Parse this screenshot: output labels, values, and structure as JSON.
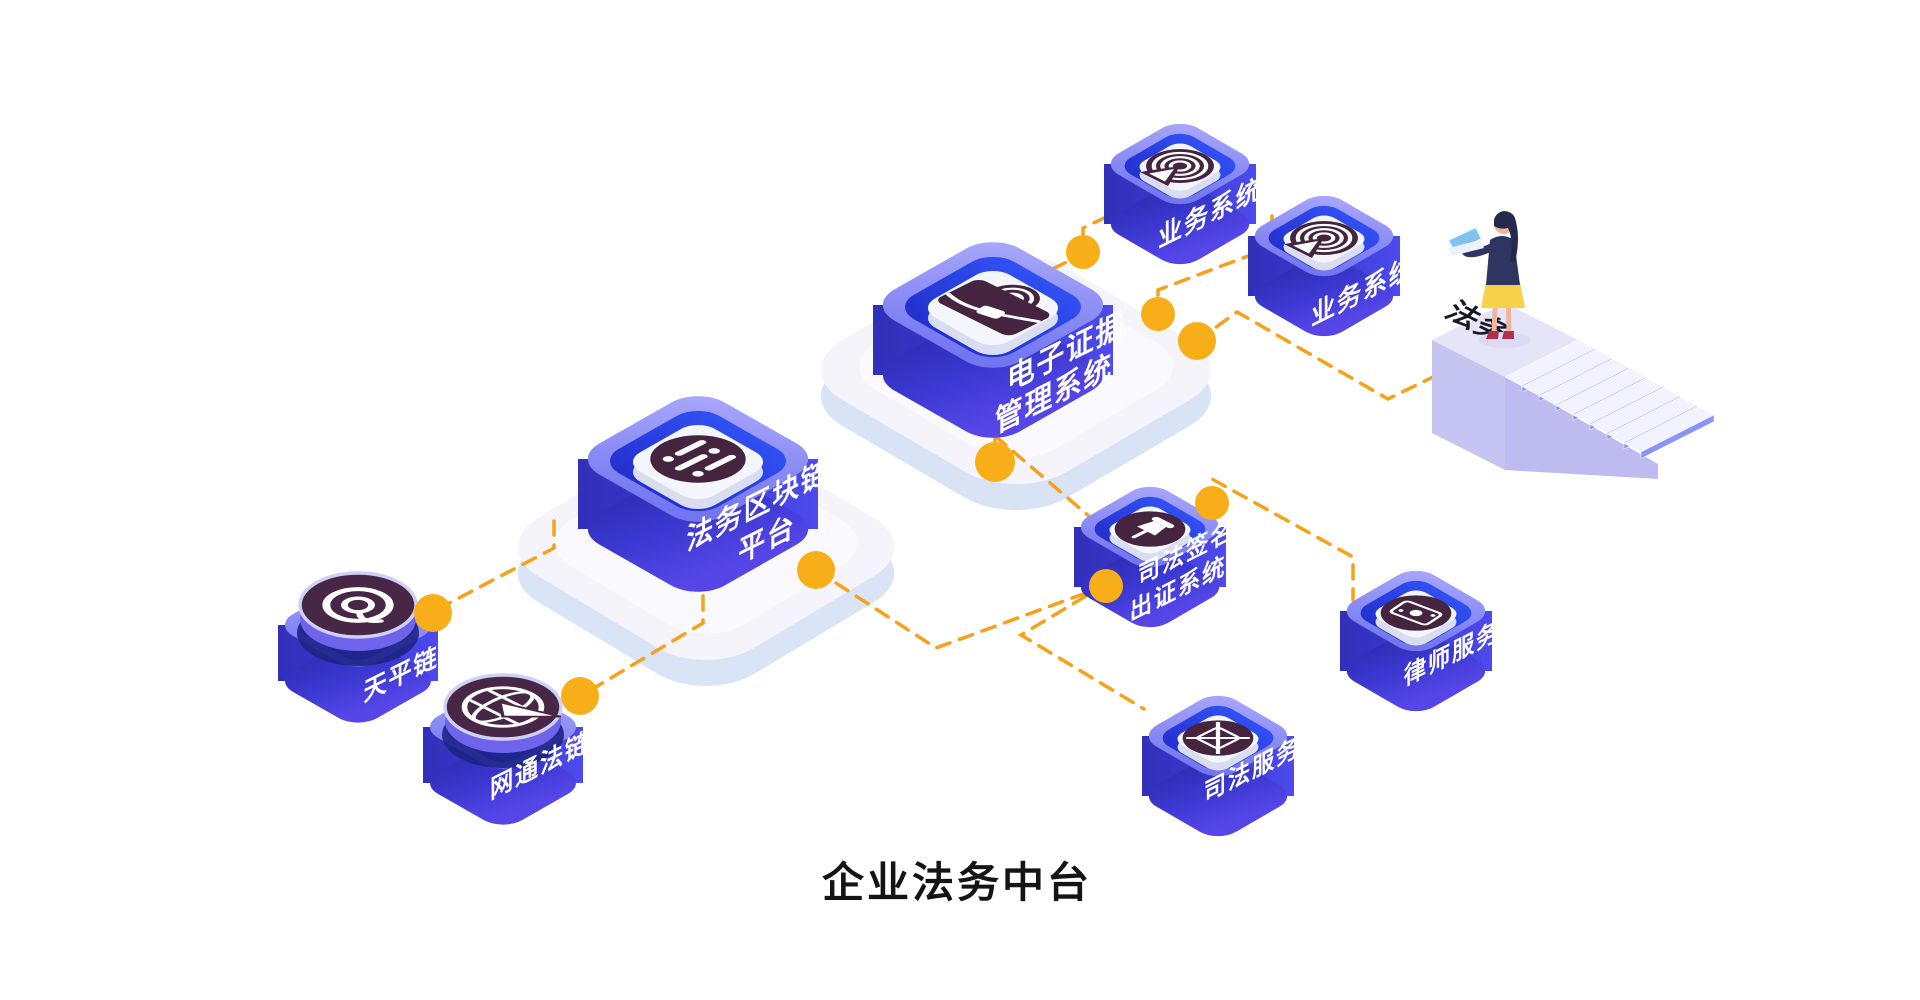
{
  "title": "企业法务中台",
  "nodes": {
    "biz1": {
      "label": "业务系统",
      "icon": "cast-icon"
    },
    "biz2": {
      "label": "业务系统",
      "icon": "cast-icon"
    },
    "evidence": {
      "label_line1": "电子证据",
      "label_line2": "管理系统",
      "icon": "briefcase-icon"
    },
    "chain": {
      "label_line1": "法务区块链",
      "label_line2": "平台",
      "icon": "sliders-icon"
    },
    "tianping": {
      "label": "天平链",
      "icon": "at-icon"
    },
    "wangtong": {
      "label": "网通法链",
      "icon": "globe-icon"
    },
    "pin": {
      "label_line1": "司法签名",
      "label_line2": "出证系统",
      "icon": "pushpin-icon"
    },
    "lawyer": {
      "label": "律师服务",
      "icon": "banknote-icon"
    },
    "judicial": {
      "label": "司法服务",
      "icon": "crossed-box-icon"
    }
  },
  "legal_desk": {
    "label": "法务"
  },
  "colors": {
    "background": "#ffffff",
    "cube_rim": "#8B8FF6",
    "cube_body_left": "#3431BE",
    "cube_body_right": "#4B48EC",
    "cube_inner_top": "#2B38E8",
    "tile_white": "#F4F6FD",
    "icon_plum": "#45243F",
    "platform_top": "#F6F4FB",
    "platform_side": "#D8E4F6",
    "connector_orange": "#F6A11C",
    "dot_yellow": "#F8AE19",
    "skirt_yellow": "#F7D147",
    "stairs_blue": "#8A94F6"
  }
}
